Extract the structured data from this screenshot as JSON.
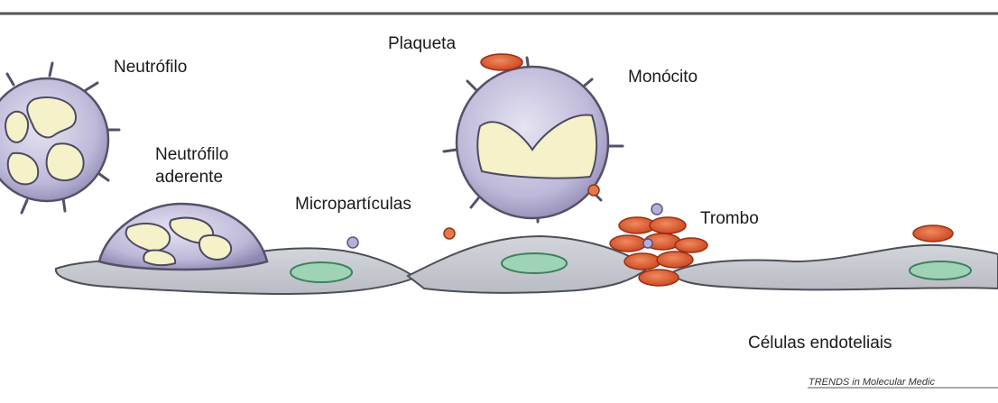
{
  "labels": {
    "neutrofilo": "Neutrófilo",
    "neutrofilo_aderente_1": "Neutrófilo",
    "neutrofilo_aderente_2": "aderente",
    "plaqueta": "Plaqueta",
    "monocito": "Monócito",
    "microparticulas": "Micropartículas",
    "trombo": "Trombo",
    "celulas_endoteliais": "Células endoteliais"
  },
  "credit": "TRENDS in Molecular Medic",
  "colors": {
    "endothelium_fill": "#c9cbd1",
    "endothelium_stroke": "#4d4f57",
    "nucleus_green": "#9ed3b6",
    "cell_body": "#c6c2dc",
    "nucleus_cream": "#f5f1c8",
    "platelet": "#d9542c",
    "microparticle": "#b7b0d6"
  }
}
